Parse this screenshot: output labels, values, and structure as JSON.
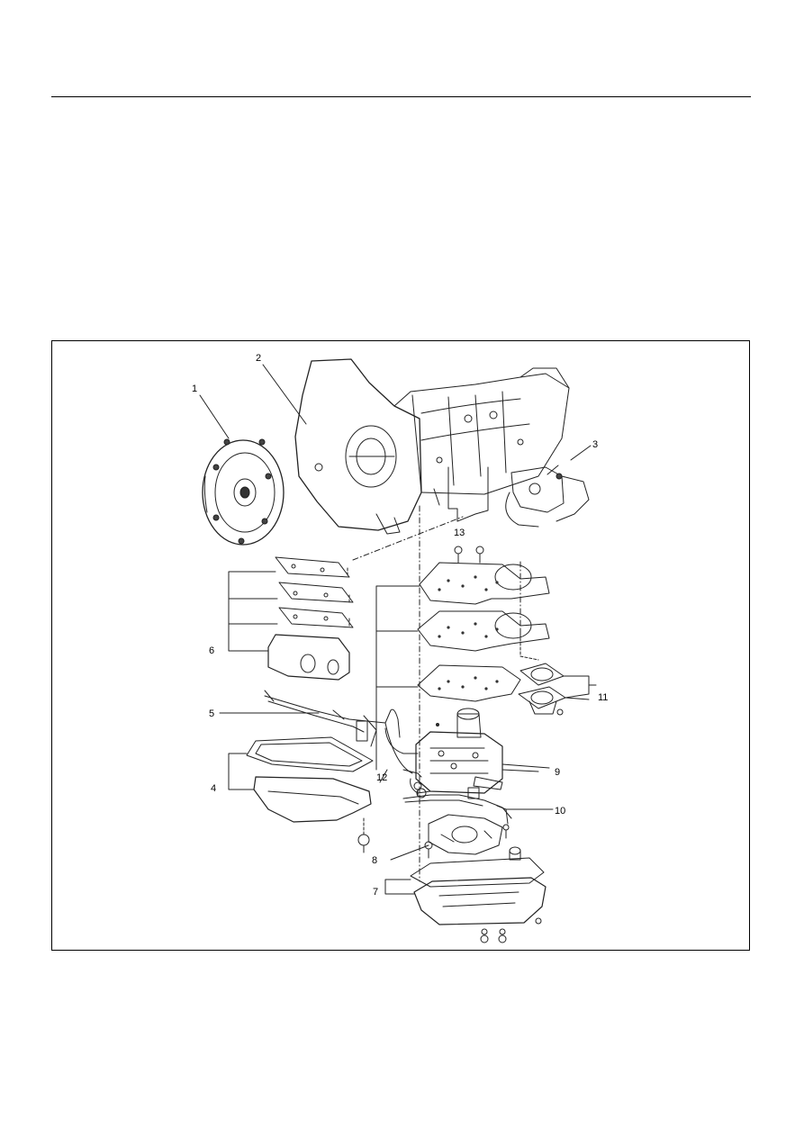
{
  "figure": {
    "callouts": {
      "c1": "1",
      "c2": "2",
      "c3": "3",
      "c4": "4",
      "c5": "5",
      "c6": "6",
      "c7": "7",
      "c8": "8",
      "c9": "9",
      "c10": "10",
      "c11": "11",
      "c12": "12",
      "c13": "13"
    }
  }
}
